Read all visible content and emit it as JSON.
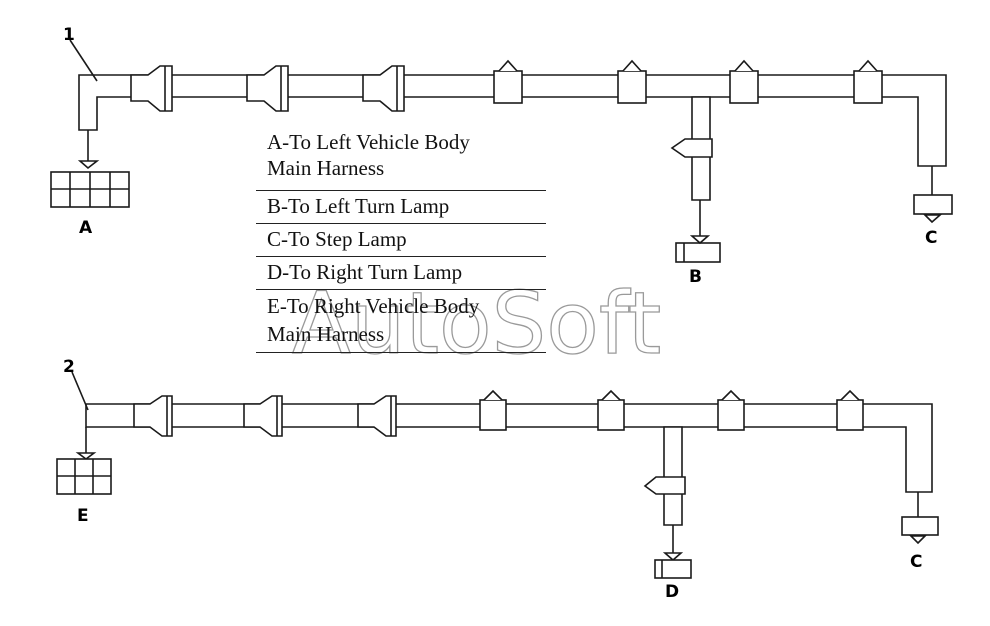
{
  "diagram": {
    "harness_1_number": "1",
    "harness_2_number": "2",
    "connectors": {
      "a": "A",
      "b": "B",
      "c_top": "C",
      "e": "E",
      "d": "D",
      "c_bottom": "C"
    },
    "watermark": "AutoSoft"
  },
  "legend": {
    "items": [
      {
        "line1": "A-To Left Vehicle Body",
        "line2": "Main Harness"
      },
      {
        "line1": "B-To Left Turn Lamp",
        "line2": ""
      },
      {
        "line1": "C-To Step Lamp",
        "line2": ""
      },
      {
        "line1": "D-To Right Turn Lamp",
        "line2": ""
      },
      {
        "line1": "E-To Right Vehicle Body",
        "line2": "Main Harness"
      }
    ]
  },
  "colors": {
    "harness_fill": "#ffffff",
    "stroke": "#1a1a1a",
    "watermark": "#9a9a9a"
  }
}
